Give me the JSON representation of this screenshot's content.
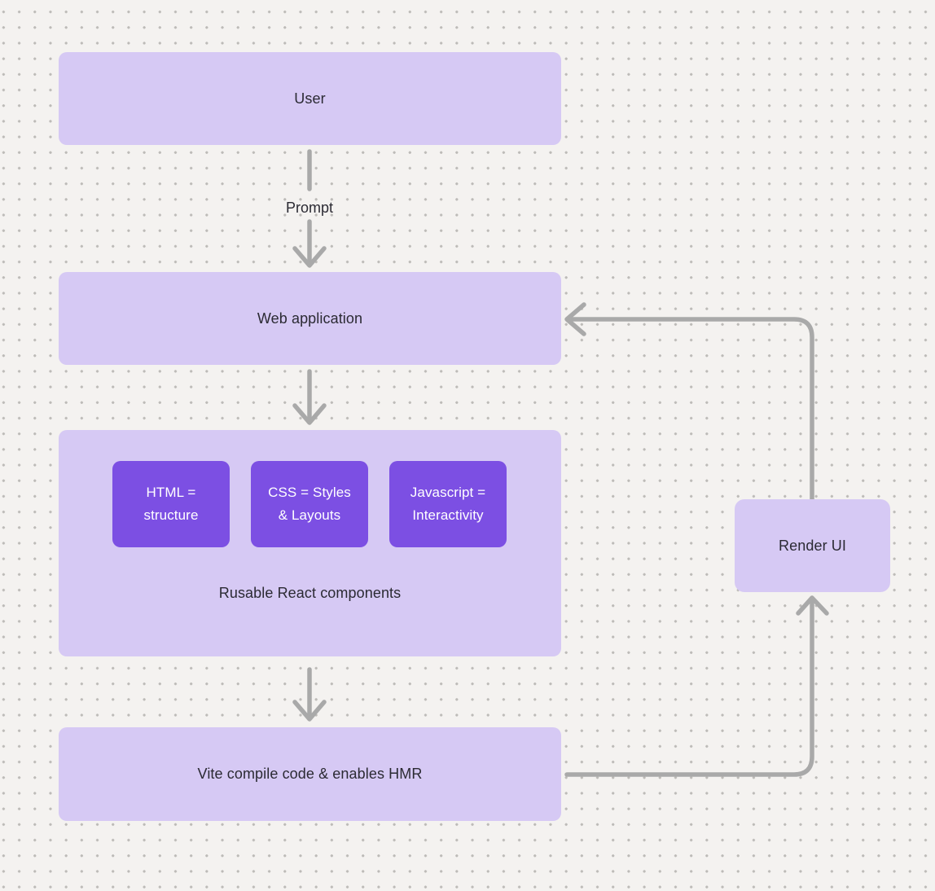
{
  "diagram": {
    "nodes": {
      "user": "User",
      "web_application": "Web application",
      "react_group_label": "Rusable React components",
      "vite": "Vite compile code & enables HMR",
      "render_ui": "Render UI"
    },
    "chips": [
      {
        "line1": "HTML =",
        "line2": "structure"
      },
      {
        "line1": "CSS = Styles",
        "line2": "& Layouts"
      },
      {
        "line1": "Javascript =",
        "line2": "Interactivity"
      }
    ],
    "edge_labels": {
      "prompt": "Prompt"
    },
    "colors": {
      "background": "#f4f2f0",
      "dot": "#bdbbb8",
      "node_fill_light": "#d6c9f4",
      "node_fill_accent": "#7c4fe3",
      "arrow": "#a9a9a9",
      "text_dark": "#2b2a33",
      "text_light": "#ffffff"
    }
  }
}
